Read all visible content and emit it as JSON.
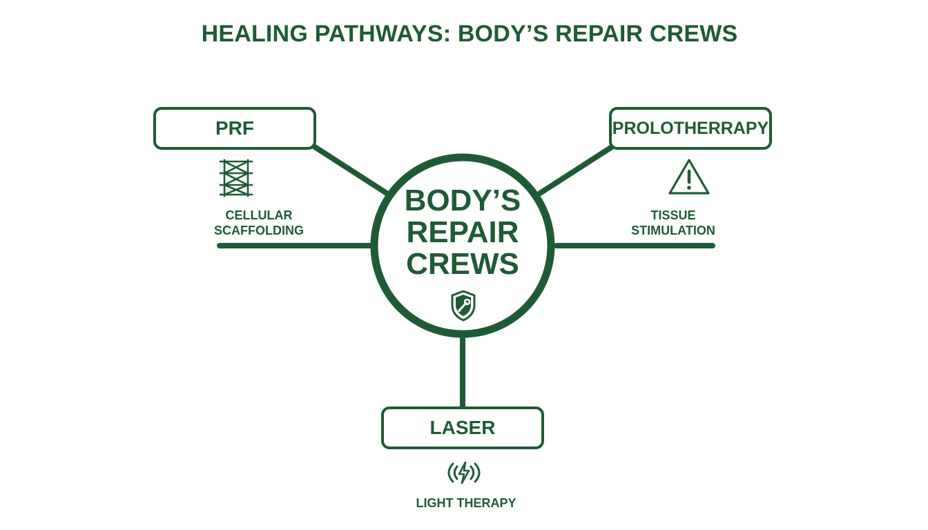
{
  "title": "HEALING PATHWAYS: BODY’S REPAIR CREWS",
  "hub": {
    "lines": [
      "BODY’S",
      "REPAIR",
      "CREWS"
    ],
    "icon": "shield-wrench-icon"
  },
  "nodes": [
    {
      "label": "PRF",
      "caption_lines": [
        "CELLULAR",
        "SCAFFOLDING"
      ],
      "icon": "scaffolding-icon"
    },
    {
      "label": "PROLOTHERRAPY",
      "caption_lines": [
        "TISSUE",
        "STIMULATION"
      ],
      "icon": "warning-triangle-icon"
    },
    {
      "label": "LASER",
      "caption_lines": [
        "LIGHT THERAPY"
      ],
      "icon": "lightning-waves-icon"
    }
  ],
  "colors": {
    "primary": "#1f5a36",
    "background": "#ffffff"
  }
}
